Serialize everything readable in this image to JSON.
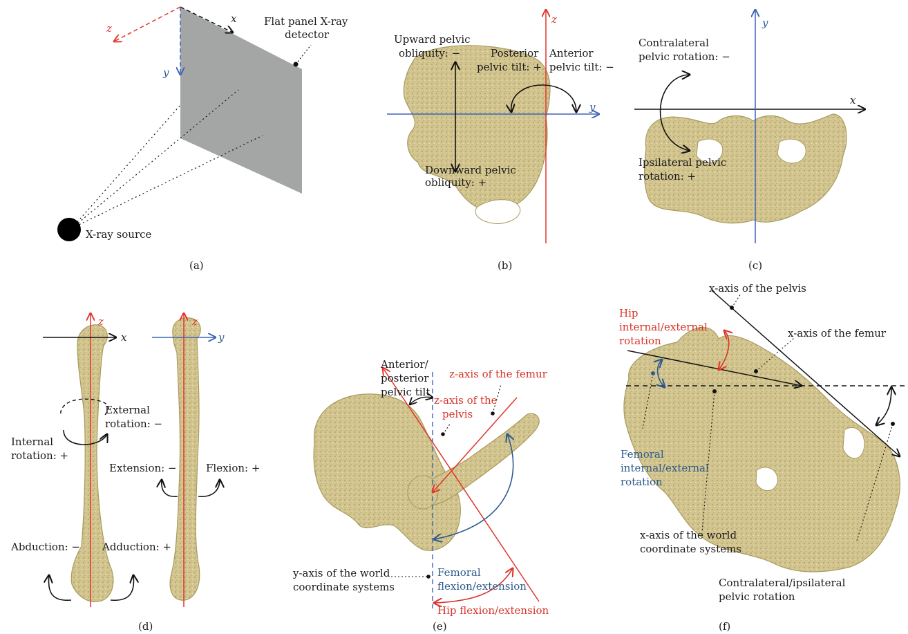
{
  "colors": {
    "red_axis": "#e0342a",
    "blue_axis": "#3b63b8",
    "black": "#111111",
    "bone": "#cdbf8a",
    "bone_dark": "#a89a5d",
    "detector": "#a3a6a5",
    "red_text": "#d7342a",
    "blue_text": "#2c5a8c"
  },
  "panel_a": {
    "caption": "(a)",
    "axis_x": "x",
    "axis_y": "y",
    "axis_z": "z",
    "detector_label_1": "Flat panel X-ray",
    "detector_label_2": "detector",
    "source_label": "X-ray source"
  },
  "panel_b": {
    "caption": "(b)",
    "axis_y": "y",
    "axis_z": "z",
    "upward_1": "Upward pelvic",
    "upward_2": "obliquity: −",
    "posterior_1": "Posterior",
    "posterior_2": "pelvic tilt: +",
    "anterior_1": "Anterior",
    "anterior_2": "pelvic tilt: −",
    "downward_1": "Downward pelvic",
    "downward_2": "obliquity: +"
  },
  "panel_c": {
    "caption": "(c)",
    "axis_x": "x",
    "axis_y": "y",
    "contra_1": "Contralateral",
    "contra_2": "pelvic rotation: −",
    "ipsi_1": "Ipsilateral pelvic",
    "ipsi_2": "rotation: +"
  },
  "panel_d": {
    "caption": "(d)",
    "axis_x": "x",
    "axis_y": "y",
    "axis_z1": "z",
    "axis_z2": "z",
    "external_1": "External",
    "external_2": "rotation: −",
    "internal_1": "Internal",
    "internal_2": "rotation: +",
    "extension": "Extension: −",
    "flexion": "Flexion: +",
    "abduction": "Abduction: −",
    "adduction": "Adduction: +"
  },
  "panel_e": {
    "caption": "(e)",
    "tilt_1": "Anterior/",
    "tilt_2": "posterior",
    "tilt_3": "pelvic tilt",
    "z_femur": "z-axis of the femur",
    "z_pelvis_1": "z-axis of the",
    "z_pelvis_2": "pelvis",
    "y_world_1": "y-axis of the world",
    "y_world_2": "coordinate systems",
    "femoral_1": "Femoral",
    "femoral_2": "flexion/extension",
    "hip": "Hip flexion/extension"
  },
  "panel_f": {
    "caption": "(f)",
    "x_pelvis": "x-axis of the pelvis",
    "x_femur": "x-axis of the femur",
    "hip_1": "Hip",
    "hip_2": "internal/external",
    "hip_3": "rotation",
    "femoral_1": "Femoral",
    "femoral_2": "internal/external",
    "femoral_3": "rotation",
    "world_1": "x-axis of the world",
    "world_2": "coordinate systems",
    "pelvic_1": "Contralateral/ipsilateral",
    "pelvic_2": "pelvic rotation"
  }
}
